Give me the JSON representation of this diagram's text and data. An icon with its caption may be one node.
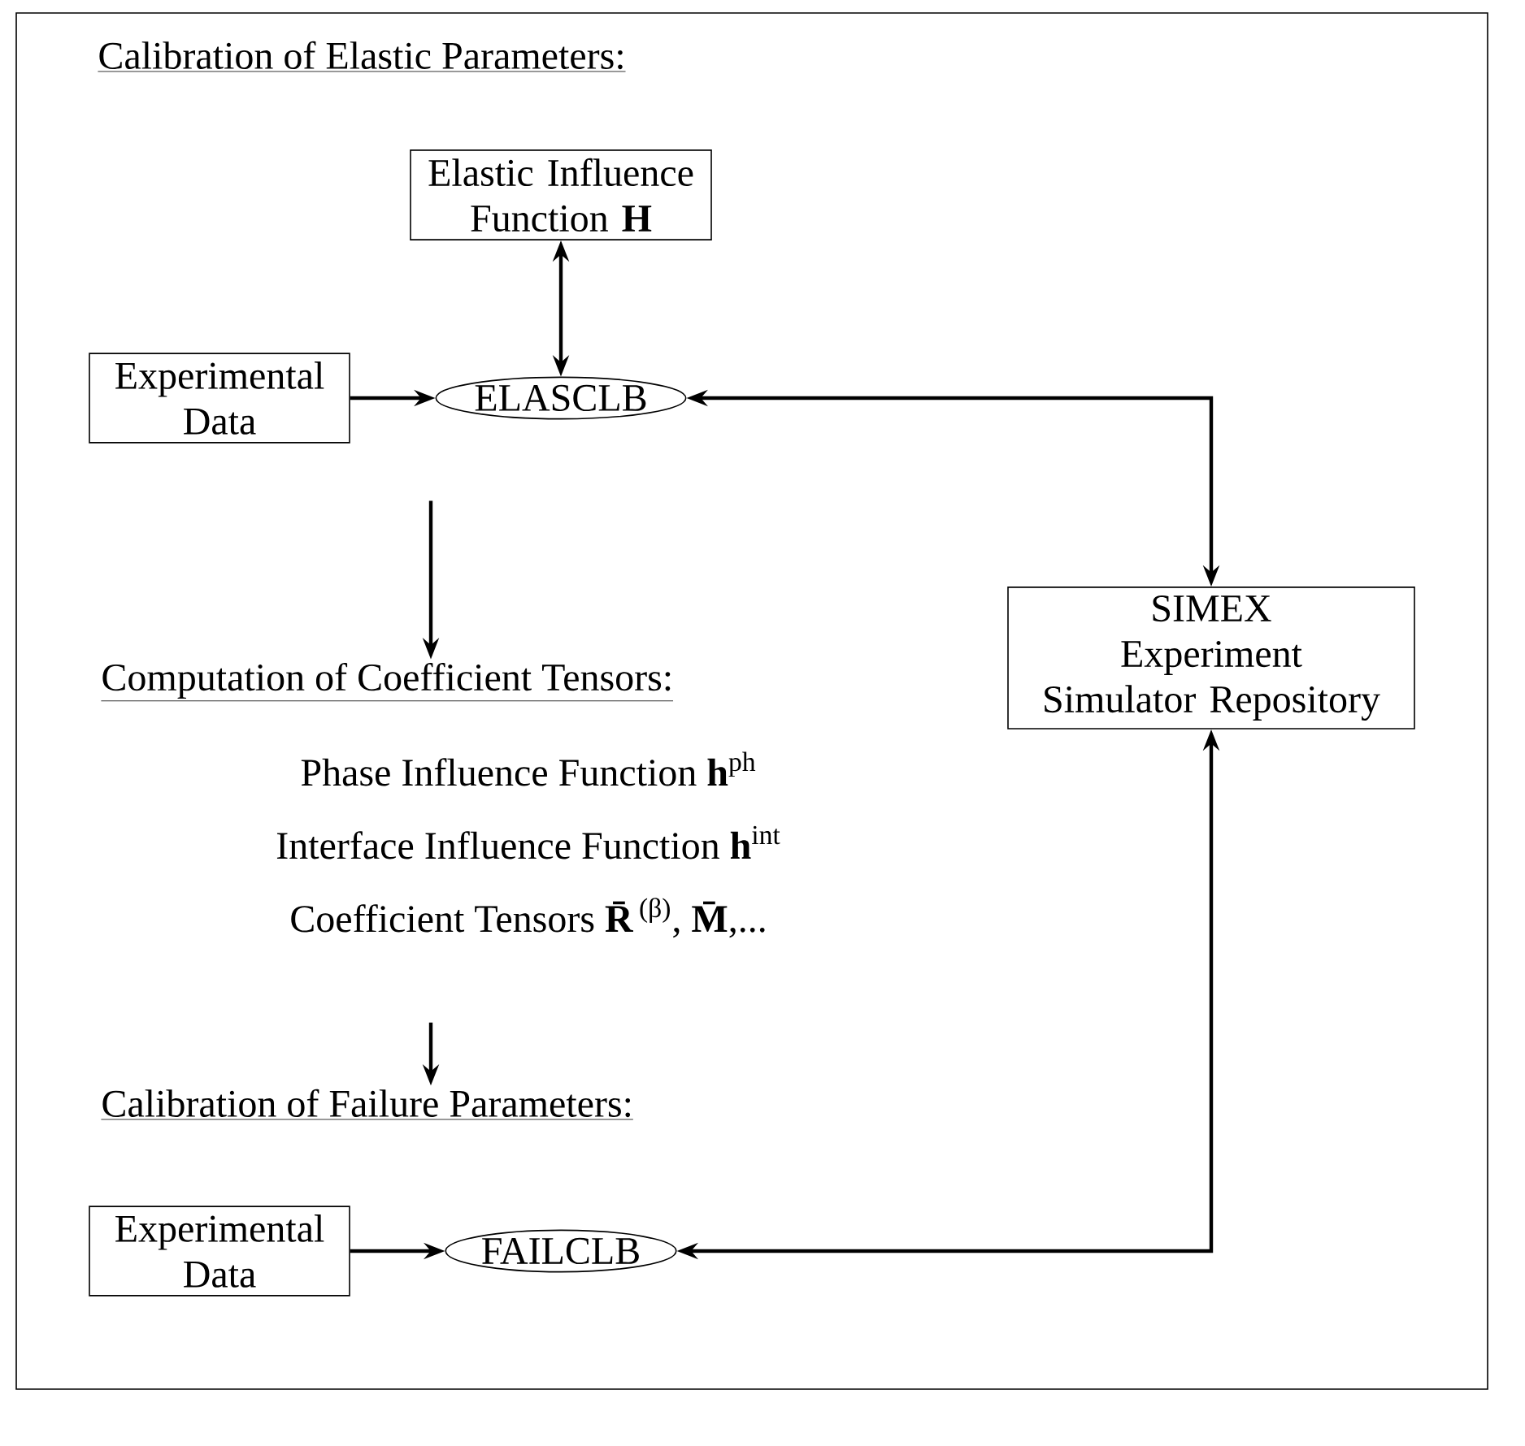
{
  "diagram": {
    "nodes": [
      {
        "text": [
          "Elastic Influence Function **H**"
        ]
      },
      {
        "text": [
          "Experimental Data"
        ]
      },
      {
        "text": [
          "ELASCLB"
        ]
      },
      {
        "text": [
          "Computation of Coefficient Tensors:"
        ]
      },
      {
        "text": [
          "Phase Influence Function  **h**$^{ph}$",
          "Interface Influence Function **h**$^{int}$",
          "Coefficient Tensors **R̄**$^{(β)}$, **M̄**,..."
        ]
      },
      {
        "text": [
          "Calibration of Failure Parameters:"
        ]
      },
      {
        "text": [
          "Experimental Data"
        ]
      },
      {
        "text": [
          "FAILCLB"
        ]
      },
      {
        "text": [
          "SIMEX",
          "Experiment Simulator Repository"
        ]
      }
    ],
    "edges": [
      {
        "from": 0,
        "to": 2,
        "arrow": "both"
      },
      {
        "from": 1,
        "to": 2,
        "arrow": "to"
      },
      {
        "from": 8,
        "to": 2,
        "arrow": "both"
      },
      {
        "from": 2,
        "to": 3,
        "arrow": "to"
      },
      {
        "from": 4,
        "to": 5,
        "arrow": "to"
      },
      {
        "from": 6,
        "to": 7,
        "arrow": "to"
      },
      {
        "from": 8,
        "to": 7,
        "arrow": "both"
      }
    ],
    "labels": [
      "Calibration of Elastic Parameters:"
    ]
  }
}
